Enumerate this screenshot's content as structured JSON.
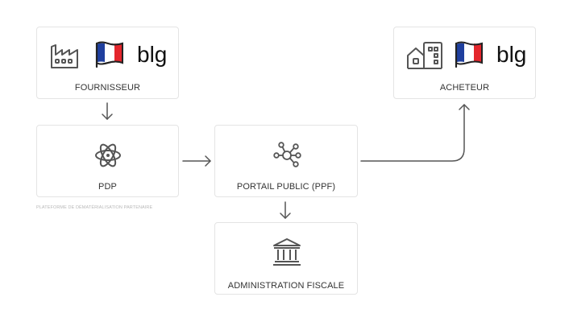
{
  "fournisseur": {
    "label": "FOURNISSEUR",
    "brand": "blg",
    "icon": "factory-icon",
    "flag": "france-flag"
  },
  "pdp": {
    "label": "PDP",
    "icon": "atom-icon",
    "caption": "PLATEFORME DE DÉMATÉRIALISATION PARTENAIRE"
  },
  "ppf": {
    "label": "PORTAIL PUBLIC (PPF)",
    "icon": "network-nodes-icon"
  },
  "administration": {
    "label": "ADMINISTRATION FISCALE",
    "icon": "bank-building-icon"
  },
  "acheteur": {
    "label": "ACHETEUR",
    "brand": "blg",
    "icon": "buildings-icon",
    "flag": "france-flag"
  },
  "colors": {
    "icon": "#555555",
    "arrow": "#555555",
    "border": "#e4e4e4",
    "flag_blue": "#1f3f9e",
    "flag_white": "#ffffff",
    "flag_red": "#e4262c"
  }
}
